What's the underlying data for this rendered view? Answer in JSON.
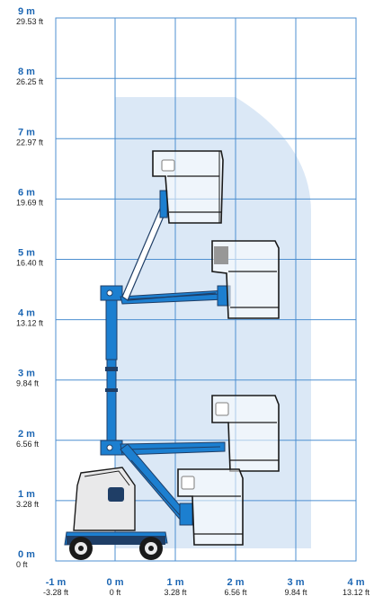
{
  "diagram": {
    "type": "working-range-chart",
    "y_axis": {
      "ticks": [
        {
          "m": 0,
          "m_label": "0 m",
          "ft_label": "0 ft"
        },
        {
          "m": 1,
          "m_label": "1 m",
          "ft_label": "3.28 ft"
        },
        {
          "m": 2,
          "m_label": "2 m",
          "ft_label": "6.56 ft"
        },
        {
          "m": 3,
          "m_label": "3 m",
          "ft_label": "9.84 ft"
        },
        {
          "m": 4,
          "m_label": "4 m",
          "ft_label": "13.12 ft"
        },
        {
          "m": 5,
          "m_label": "5 m",
          "ft_label": "16.40 ft"
        },
        {
          "m": 6,
          "m_label": "6 m",
          "ft_label": "19.69 ft"
        },
        {
          "m": 7,
          "m_label": "7 m",
          "ft_label": "22.97 ft"
        },
        {
          "m": 8,
          "m_label": "8 m",
          "ft_label": "26.25 ft"
        },
        {
          "m": 9,
          "m_label": "9 m",
          "ft_label": "29.53 ft"
        }
      ]
    },
    "x_axis": {
      "ticks": [
        {
          "m": -1,
          "m_label": "-1 m",
          "ft_label": "-3.28 ft"
        },
        {
          "m": 0,
          "m_label": "0 m",
          "ft_label": "0 ft"
        },
        {
          "m": 1,
          "m_label": "1 m",
          "ft_label": "3.28 ft"
        },
        {
          "m": 2,
          "m_label": "2 m",
          "ft_label": "6.56 ft"
        },
        {
          "m": 3,
          "m_label": "3 m",
          "ft_label": "9.84 ft"
        },
        {
          "m": 4,
          "m_label": "4 m",
          "ft_label": "13.12 ft"
        }
      ]
    },
    "colors": {
      "grid": "#4d8fd0",
      "axis_label": "#1c66b3",
      "work_envelope": "#dbe8f6",
      "machine_blue": "#1c7fd0",
      "machine_dark": "#1f3e66",
      "platform_outline": "#1a1a1a"
    }
  }
}
